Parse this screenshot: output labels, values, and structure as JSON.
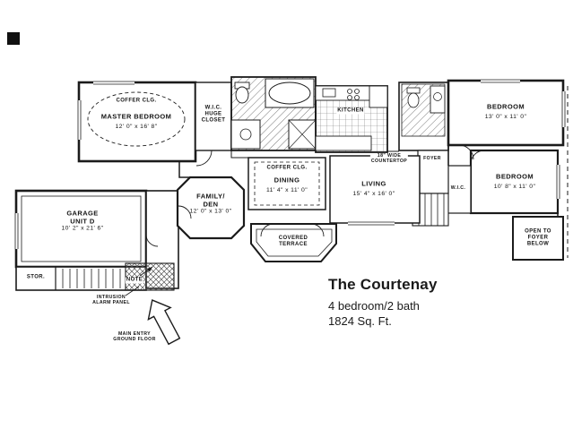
{
  "floorplan": {
    "rooms": {
      "master_bedroom": {
        "name": "MASTER BEDROOM",
        "dims": "12' 0\" x 16' 8\"",
        "ceiling": "COFFER CLG."
      },
      "master_closet": {
        "line1": "W.I.C.",
        "line2": "HUGE",
        "line3": "CLOSET"
      },
      "kitchen": {
        "name": "KITCHEN"
      },
      "bedroom_2": {
        "name": "BEDROOM",
        "dims": "13' 0\" x 11' 0\""
      },
      "bedroom_3": {
        "name": "BEDROOM",
        "dims": "10' 8\" x 11' 0\""
      },
      "wic": {
        "name": "W.I.C."
      },
      "foyer": {
        "name": "FOYER"
      },
      "dining": {
        "name": "DINING",
        "dims": "11' 4\" x 11' 0\"",
        "ceiling": "COFFER CLG."
      },
      "living": {
        "name": "LIVING",
        "dims": "15' 4\" x 16' 0\""
      },
      "family_den": {
        "line1": "FAMILY/",
        "line2": "DEN",
        "dims": "12' 0\" x 13' 0\""
      },
      "covered_terrace": {
        "line1": "COVERED",
        "line2": "TERRACE"
      },
      "open_to_foyer": {
        "line1": "OPEN TO",
        "line2": "FOYER",
        "line3": "BELOW"
      },
      "garage": {
        "line1": "GARAGE",
        "line2": "UNIT D",
        "dims": "10' 2\" x 21' 6\""
      },
      "storage": {
        "name": "STOR."
      }
    },
    "annotations": {
      "countertop_line1": "18\" WIDE",
      "countertop_line2": "COUNTERTOP",
      "note": "NOTE",
      "alarm_line1": "INTRUSION",
      "alarm_line2": "ALARM PANEL",
      "entry_line1": "MAIN ENTRY",
      "entry_line2": "GROUND FLOOR"
    },
    "title_block": {
      "plan_name": "The Courtenay",
      "spec": "4 bedroom/2 bath",
      "area": "1824 Sq. Ft."
    }
  }
}
